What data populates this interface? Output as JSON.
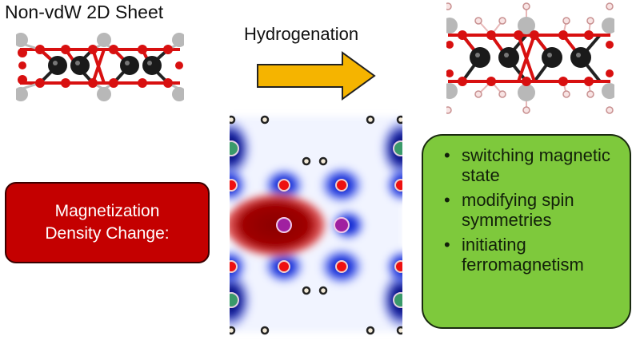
{
  "figure": {
    "left_structure": {
      "title": "Non-vdW 2D Sheet",
      "description": "side view of layered oxide sheet before hydrogenation",
      "atoms": {
        "metal_dark": "#222222",
        "oxygen": "#d81010",
        "cation_grey": "#b8b8b8"
      }
    },
    "process_arrow": {
      "label": "Hydrogenation",
      "color": "#f5b400",
      "direction": "right"
    },
    "right_structure": {
      "description": "side view of hydrogenated sheet with H atoms attached",
      "atoms": {
        "metal_dark": "#222222",
        "oxygen": "#d81010",
        "cation_grey": "#b8b8b8",
        "hydrogen": "#f4d8d8"
      }
    },
    "magnetization_box": {
      "line1": "Magnetization",
      "line2": "Density Change:",
      "color": "#c40000"
    },
    "density_map": {
      "description": "magnetization density change map, red = positive, blue = negative",
      "colors": {
        "positive": "#8b0000",
        "negative": "#0000c8",
        "neutral": "#ffffff"
      }
    },
    "effects_box": {
      "color": "#7ec93c",
      "items": [
        {
          "text": "switching magnetic state"
        },
        {
          "text": "modifying spin symmetries"
        },
        {
          "text": "initiating ferromagnetism"
        }
      ]
    }
  }
}
